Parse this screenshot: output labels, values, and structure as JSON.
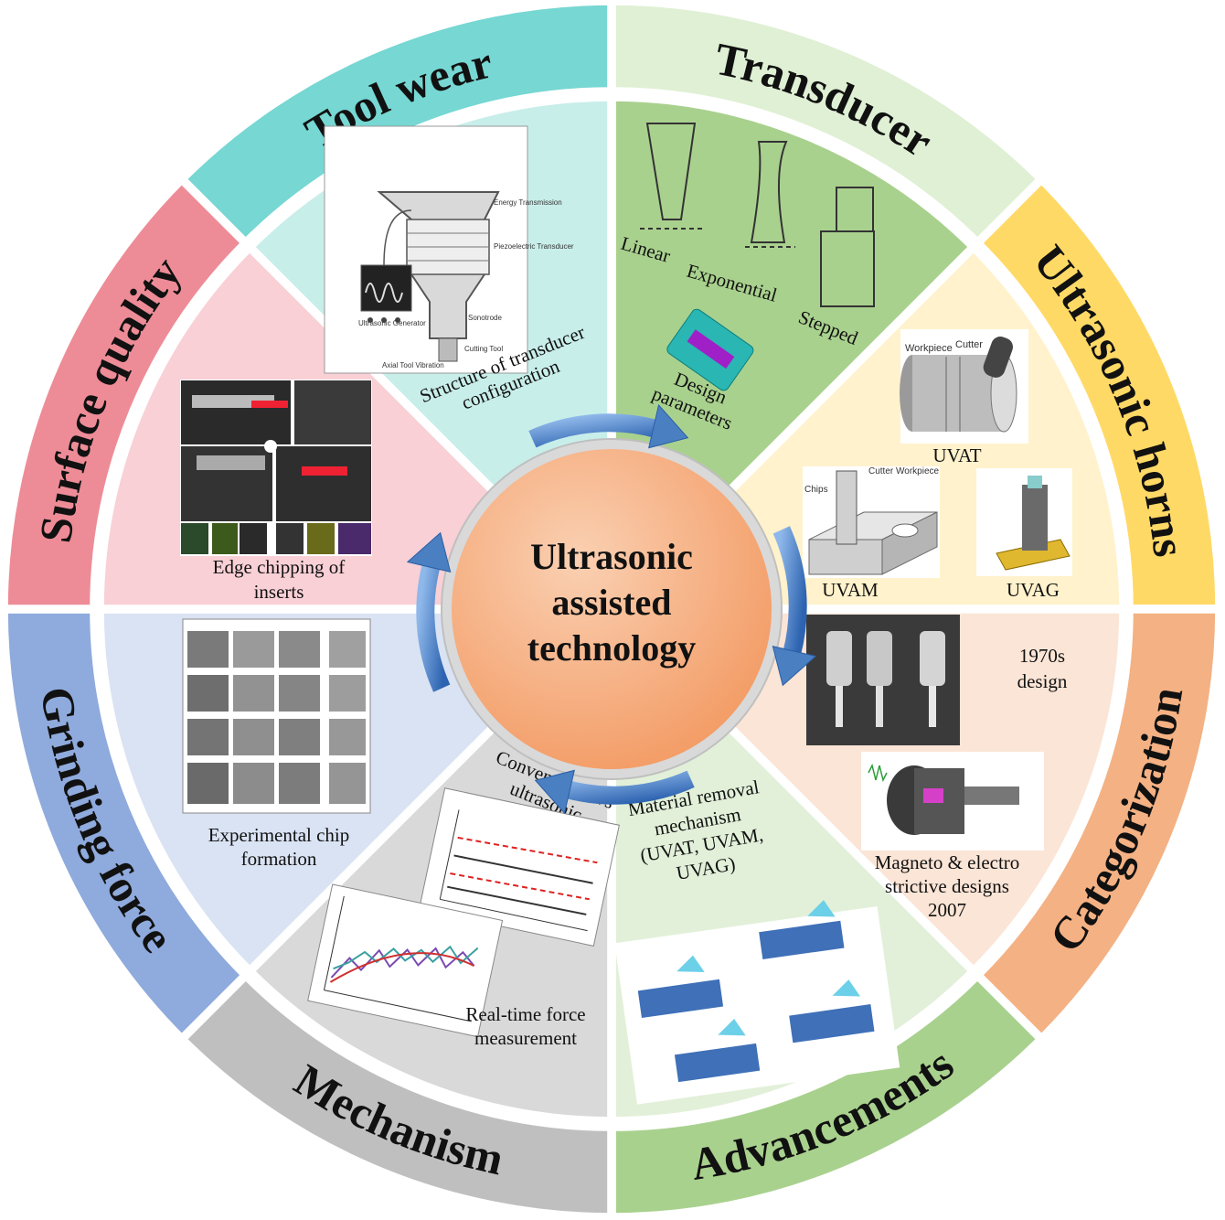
{
  "center": {
    "lines": [
      "Ultrasonic",
      "assisted",
      "technology"
    ]
  },
  "outer_ring": [
    {
      "key": "transducer",
      "label": "Transducer",
      "color": "#dff0d4"
    },
    {
      "key": "horns",
      "label": "Ultrasonic horns",
      "color": "#ffd966"
    },
    {
      "key": "categorization",
      "label": "Categorization",
      "color": "#f4b183"
    },
    {
      "key": "advancements",
      "label": "Advancements",
      "color": "#a9d18e"
    },
    {
      "key": "mechanism",
      "label": "Mechanism",
      "color": "#bfbfbf"
    },
    {
      "key": "grinding",
      "label": "Grinding force",
      "color": "#8faadc"
    },
    {
      "key": "surface",
      "label": "Surface quality",
      "color": "#ed8c97"
    },
    {
      "key": "toolwear",
      "label": "Tool wear",
      "color": "#76d7d3"
    }
  ],
  "inner_sectors": {
    "transducer": {
      "color": "#a9d18e"
    },
    "horns": {
      "color": "#fff2cc"
    },
    "categorization": {
      "color": "#fbe5d6"
    },
    "advancements": {
      "color": "#e2f0d9"
    },
    "mechanism": {
      "color": "#d9d9d9"
    },
    "grinding": {
      "color": "#dae3f3"
    },
    "surface": {
      "color": "#f8d0d6"
    },
    "toolwear": {
      "color": "#c8eeea"
    }
  },
  "captions": {
    "transducer": [
      "Structure of transducer",
      "configuration"
    ],
    "horns_types": [
      "Linear",
      "Exponential",
      "Stepped"
    ],
    "horns_design": [
      "Design",
      "parameters"
    ],
    "cat_uvat": "UVAT",
    "cat_uvam": "UVAM",
    "cat_uvag": "UVAG",
    "adv_1970": [
      "1970s",
      "design"
    ],
    "adv_2007": [
      "Magneto & electro",
      "strictive designs",
      "2007"
    ],
    "mech": [
      "Material removal",
      "mechanism",
      "(UVAT, UVAM,",
      "UVAG)"
    ],
    "grind_top": [
      "Conventional vs",
      "ultrasonic"
    ],
    "grind_bottom": [
      "Real-time force",
      "measurement"
    ],
    "surface": [
      "Experimental chip",
      "formation"
    ],
    "toolwear": [
      "Edge chipping of",
      "inserts"
    ]
  },
  "figure_text": {
    "workpiece": "Workpiece",
    "cutter": "Cutter",
    "chips": "Chips",
    "cutter_workpiece": "Cutter Workpiece"
  },
  "arrow_color": "#4a7fc1",
  "center_color": "#f6b084"
}
